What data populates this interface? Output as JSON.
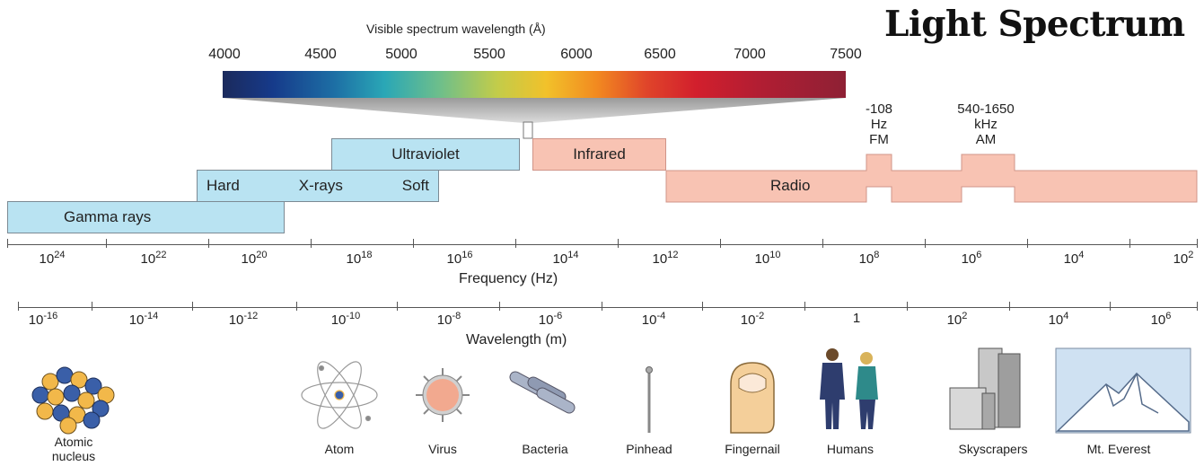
{
  "title": "Light Spectrum",
  "visible": {
    "label": "Visible spectrum wavelength (Å)",
    "ticks": [
      "4000",
      "4500",
      "5000",
      "5500",
      "6000",
      "6500",
      "7000",
      "7500"
    ]
  },
  "bands": {
    "ultraviolet": "Ultraviolet",
    "infrared": "Infrared",
    "xray_hard": "Hard",
    "xray_label": "X-rays",
    "xray_soft": "Soft",
    "gamma": "Gamma rays",
    "radio": "Radio"
  },
  "radio_notes": {
    "fm": [
      "-108",
      "Hz",
      "FM"
    ],
    "am": [
      "540-1650",
      "kHz",
      "AM"
    ]
  },
  "frequency_axis": {
    "title": "Frequency (Hz)",
    "labels": [
      {
        "base": "10",
        "exp": "24"
      },
      {
        "base": "10",
        "exp": "22"
      },
      {
        "base": "10",
        "exp": "20"
      },
      {
        "base": "10",
        "exp": "18"
      },
      {
        "base": "10",
        "exp": "16"
      },
      {
        "base": "10",
        "exp": "14"
      },
      {
        "base": "10",
        "exp": "12"
      },
      {
        "base": "10",
        "exp": "10"
      },
      {
        "base": "10",
        "exp": "8"
      },
      {
        "base": "10",
        "exp": "6"
      },
      {
        "base": "10",
        "exp": "4"
      },
      {
        "base": "10",
        "exp": "2"
      }
    ]
  },
  "wavelength_axis": {
    "title": "Wavelength (m)",
    "labels": [
      {
        "base": "10",
        "exp": "-16"
      },
      {
        "base": "10",
        "exp": "-14"
      },
      {
        "base": "10",
        "exp": "-12"
      },
      {
        "base": "10",
        "exp": "-10"
      },
      {
        "base": "10",
        "exp": "-8"
      },
      {
        "base": "10",
        "exp": "-6"
      },
      {
        "base": "10",
        "exp": "-4"
      },
      {
        "base": "10",
        "exp": "-2"
      },
      {
        "base": "1",
        "exp": ""
      },
      {
        "base": "10",
        "exp": "2"
      },
      {
        "base": "10",
        "exp": "4"
      },
      {
        "base": "10",
        "exp": "6"
      }
    ]
  },
  "objects": [
    {
      "label": "Atomic\nnucleus",
      "icon": "atomic-nucleus-icon"
    },
    {
      "label": "Atom",
      "icon": "atom-icon"
    },
    {
      "label": "Virus",
      "icon": "virus-icon"
    },
    {
      "label": "Bacteria",
      "icon": "bacteria-icon"
    },
    {
      "label": "Pinhead",
      "icon": "pinhead-icon"
    },
    {
      "label": "Fingernail",
      "icon": "fingernail-icon"
    },
    {
      "label": "Humans",
      "icon": "humans-icon"
    },
    {
      "label": "Skyscrapers",
      "icon": "skyscrapers-icon"
    },
    {
      "label": "Mt. Everest",
      "icon": "mountain-icon"
    }
  ],
  "colors": {
    "uv_band": "#b9e3f2",
    "ir_band": "#f8c3b3"
  }
}
